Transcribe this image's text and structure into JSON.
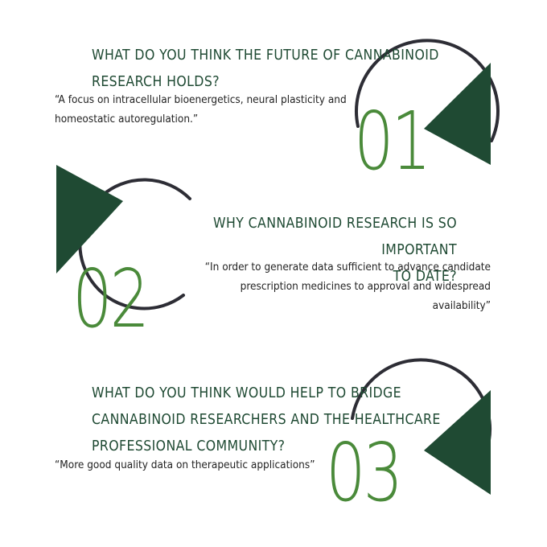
{
  "colors": {
    "dark_green": "#1f4a33",
    "bright_green": "#4a8a3a",
    "arc": "#2d2d35",
    "text": "#222222"
  },
  "items": [
    {
      "number": "01",
      "question_lines": [
        "WHAT DO YOU THINK THE FUTURE OF CANNABINOID",
        "RESEARCH HOLDS?"
      ],
      "answer_lines": [
        "“A focus on intracellular bioenergetics, neural plasticity and",
        "homeostatic autoregulation.”"
      ]
    },
    {
      "number": "02",
      "question_lines": [
        "WHY CANNABINOID RESEARCH IS SO IMPORTANT",
        "TO DATE?"
      ],
      "answer_lines": [
        "“In order to generate data sufficient to advance candidate",
        "prescription medicines to approval and widespread availability”"
      ]
    },
    {
      "number": "03",
      "question_lines": [
        "WHAT DO YOU THINK WOULD HELP TO BRIDGE",
        "CANNABINOID RESEARCHERS AND THE HEALTHCARE",
        "PROFESSIONAL COMMUNITY?"
      ],
      "answer_lines": [
        "“More good quality data on therapeutic applications”"
      ]
    }
  ]
}
